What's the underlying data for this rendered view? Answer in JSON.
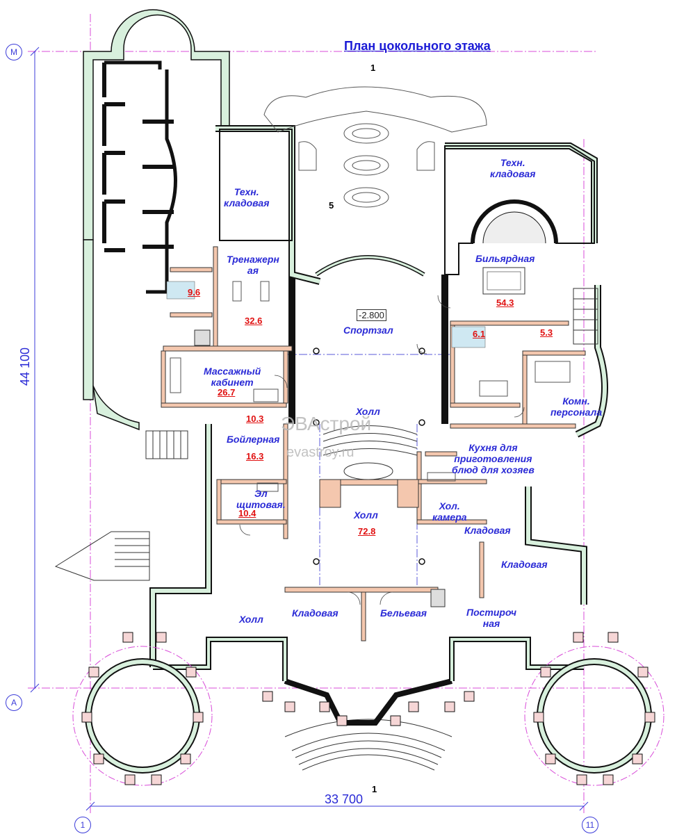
{
  "title": "План цокольного этажа",
  "dimensions": {
    "vertical": "44 100",
    "horizontal": "33 700"
  },
  "axes": {
    "top": "М",
    "bottom": "А",
    "left": "1",
    "right": "11"
  },
  "level_mark": "-2.800",
  "section_marks": {
    "top": "1",
    "middle": "5",
    "bottom": "1"
  },
  "watermark": {
    "brand": "ЭВАстрой",
    "url": "evastroy.ru"
  },
  "rooms": {
    "tech_storage_left": "Техн.\nкладовая",
    "tech_storage_right": "Техн.\nкладовая",
    "gym_room": "Тренажерн\nая",
    "billiard": "Бильярдная",
    "sport_hall": "Спортзал",
    "massage": "Массажный\nкабинет",
    "hall_small": "Холл",
    "staff_room": "Комн.\nперсонала",
    "boiler": "Бойлерная",
    "kitchen": "Кухня для\nприготовления\nблюд для хозяев",
    "electrical": "Эл\nщитовая.",
    "hall_center": "Холл",
    "cold_room": "Хол.\nкамера",
    "pantry_1": "Кладовая",
    "pantry_2": "Кладовая",
    "hall_left": "Холл",
    "pantry_3": "Кладовая",
    "linen": "Бельевая",
    "laundry": "Постироч\nная"
  },
  "areas": {
    "bath_left": "9.6",
    "gym_room": "32.6",
    "billiard": "54.3",
    "bath_right_a": "6.1",
    "bath_right_b": "5.3",
    "massage": "26.7",
    "hall_small": "10.3",
    "boiler": "16.3",
    "electrical": "10.4",
    "hall_center": "72.8"
  },
  "colors": {
    "axis": "#3b3bd9",
    "wall_fill": "#d8f0dd",
    "partition_fill": "#f4c7ae",
    "room_text": "#2a2ad6",
    "area_text": "#e01010",
    "dash_line": "#d84bd8"
  }
}
